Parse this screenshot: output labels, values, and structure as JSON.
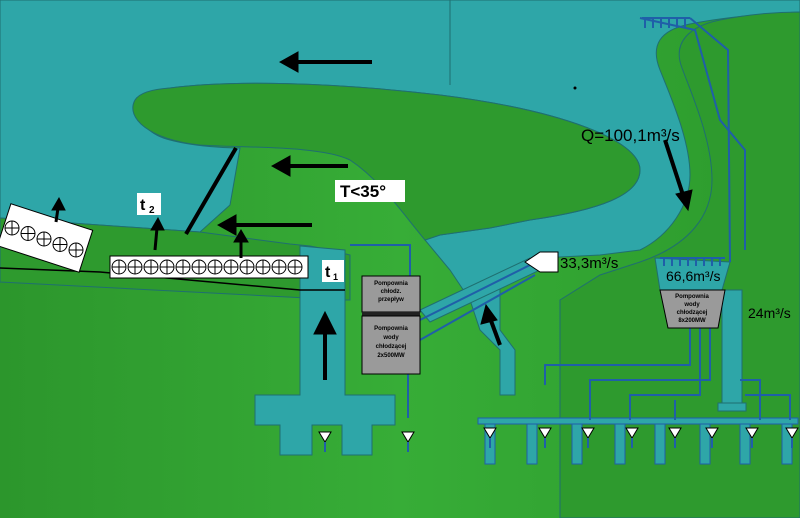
{
  "colors": {
    "land": "#2e9a2e",
    "land_light": "#3cb43c",
    "water": "#2ea6a8",
    "pipe": "#1f5fa8",
    "building": "#9a9a9a",
    "arrow": "#000000"
  },
  "labels": {
    "flow_q": "Q=100,1m³/s",
    "temp": "T<35°",
    "flow_33": "33,3m³/s",
    "flow_66": "66,6m³/s",
    "flow_24": "24m³/s",
    "t1": "t",
    "t1_sub": "1",
    "t2": "t",
    "t2_sub": "2"
  },
  "buildings": {
    "pump1_line1": "Pompownia",
    "pump1_line2": "chłodz.",
    "pump1_line3": "przepływ",
    "pump2_line1": "Pompownia",
    "pump2_line2": "wody",
    "pump2_line3": "chłodzącej",
    "pump2_line4": "2x500MW",
    "pump3_line1": "Pompownia",
    "pump3_line2": "wody",
    "pump3_line3": "chłodzącej",
    "pump3_line4": "8x200MW"
  },
  "icons": {
    "flow_arrow": "arrow-icon",
    "heat_exchanger": "exchanger-icon",
    "valve": "valve-icon",
    "intake_screen": "screen-icon"
  }
}
